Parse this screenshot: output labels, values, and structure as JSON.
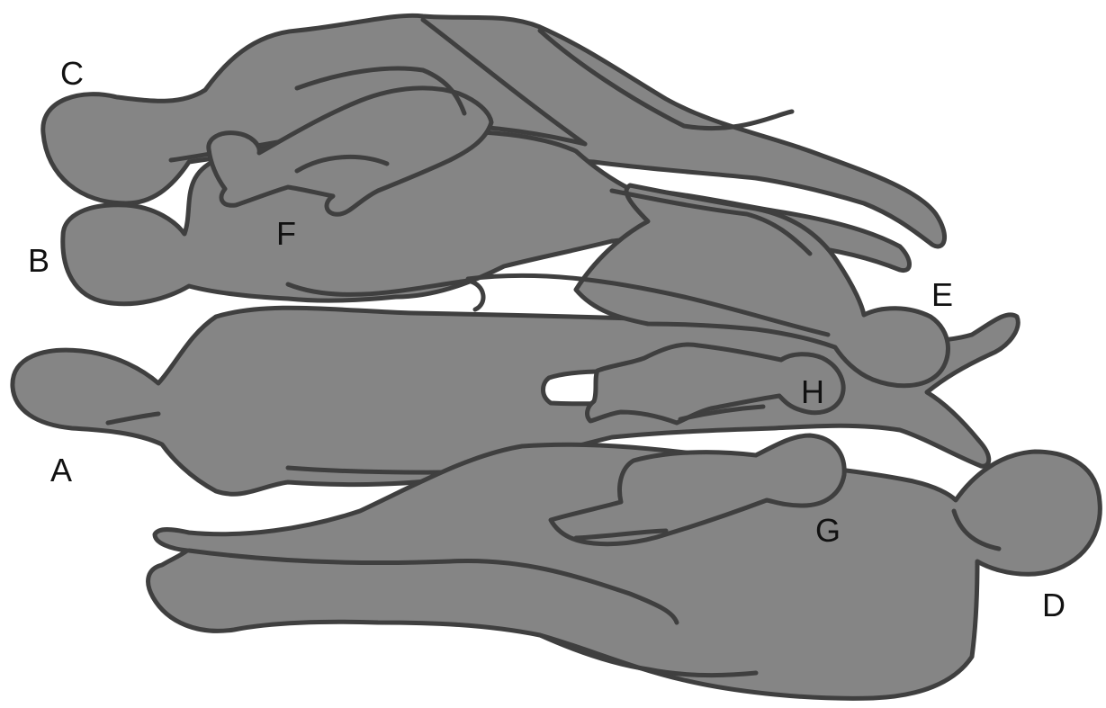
{
  "figure": {
    "fill_color": "#858585",
    "outline_color": "#3f3f3f",
    "background_color": "#ffffff"
  },
  "labels": {
    "A": "A",
    "B": "B",
    "C": "C",
    "D": "D",
    "E": "E",
    "F": "F",
    "G": "G",
    "H": "H"
  }
}
